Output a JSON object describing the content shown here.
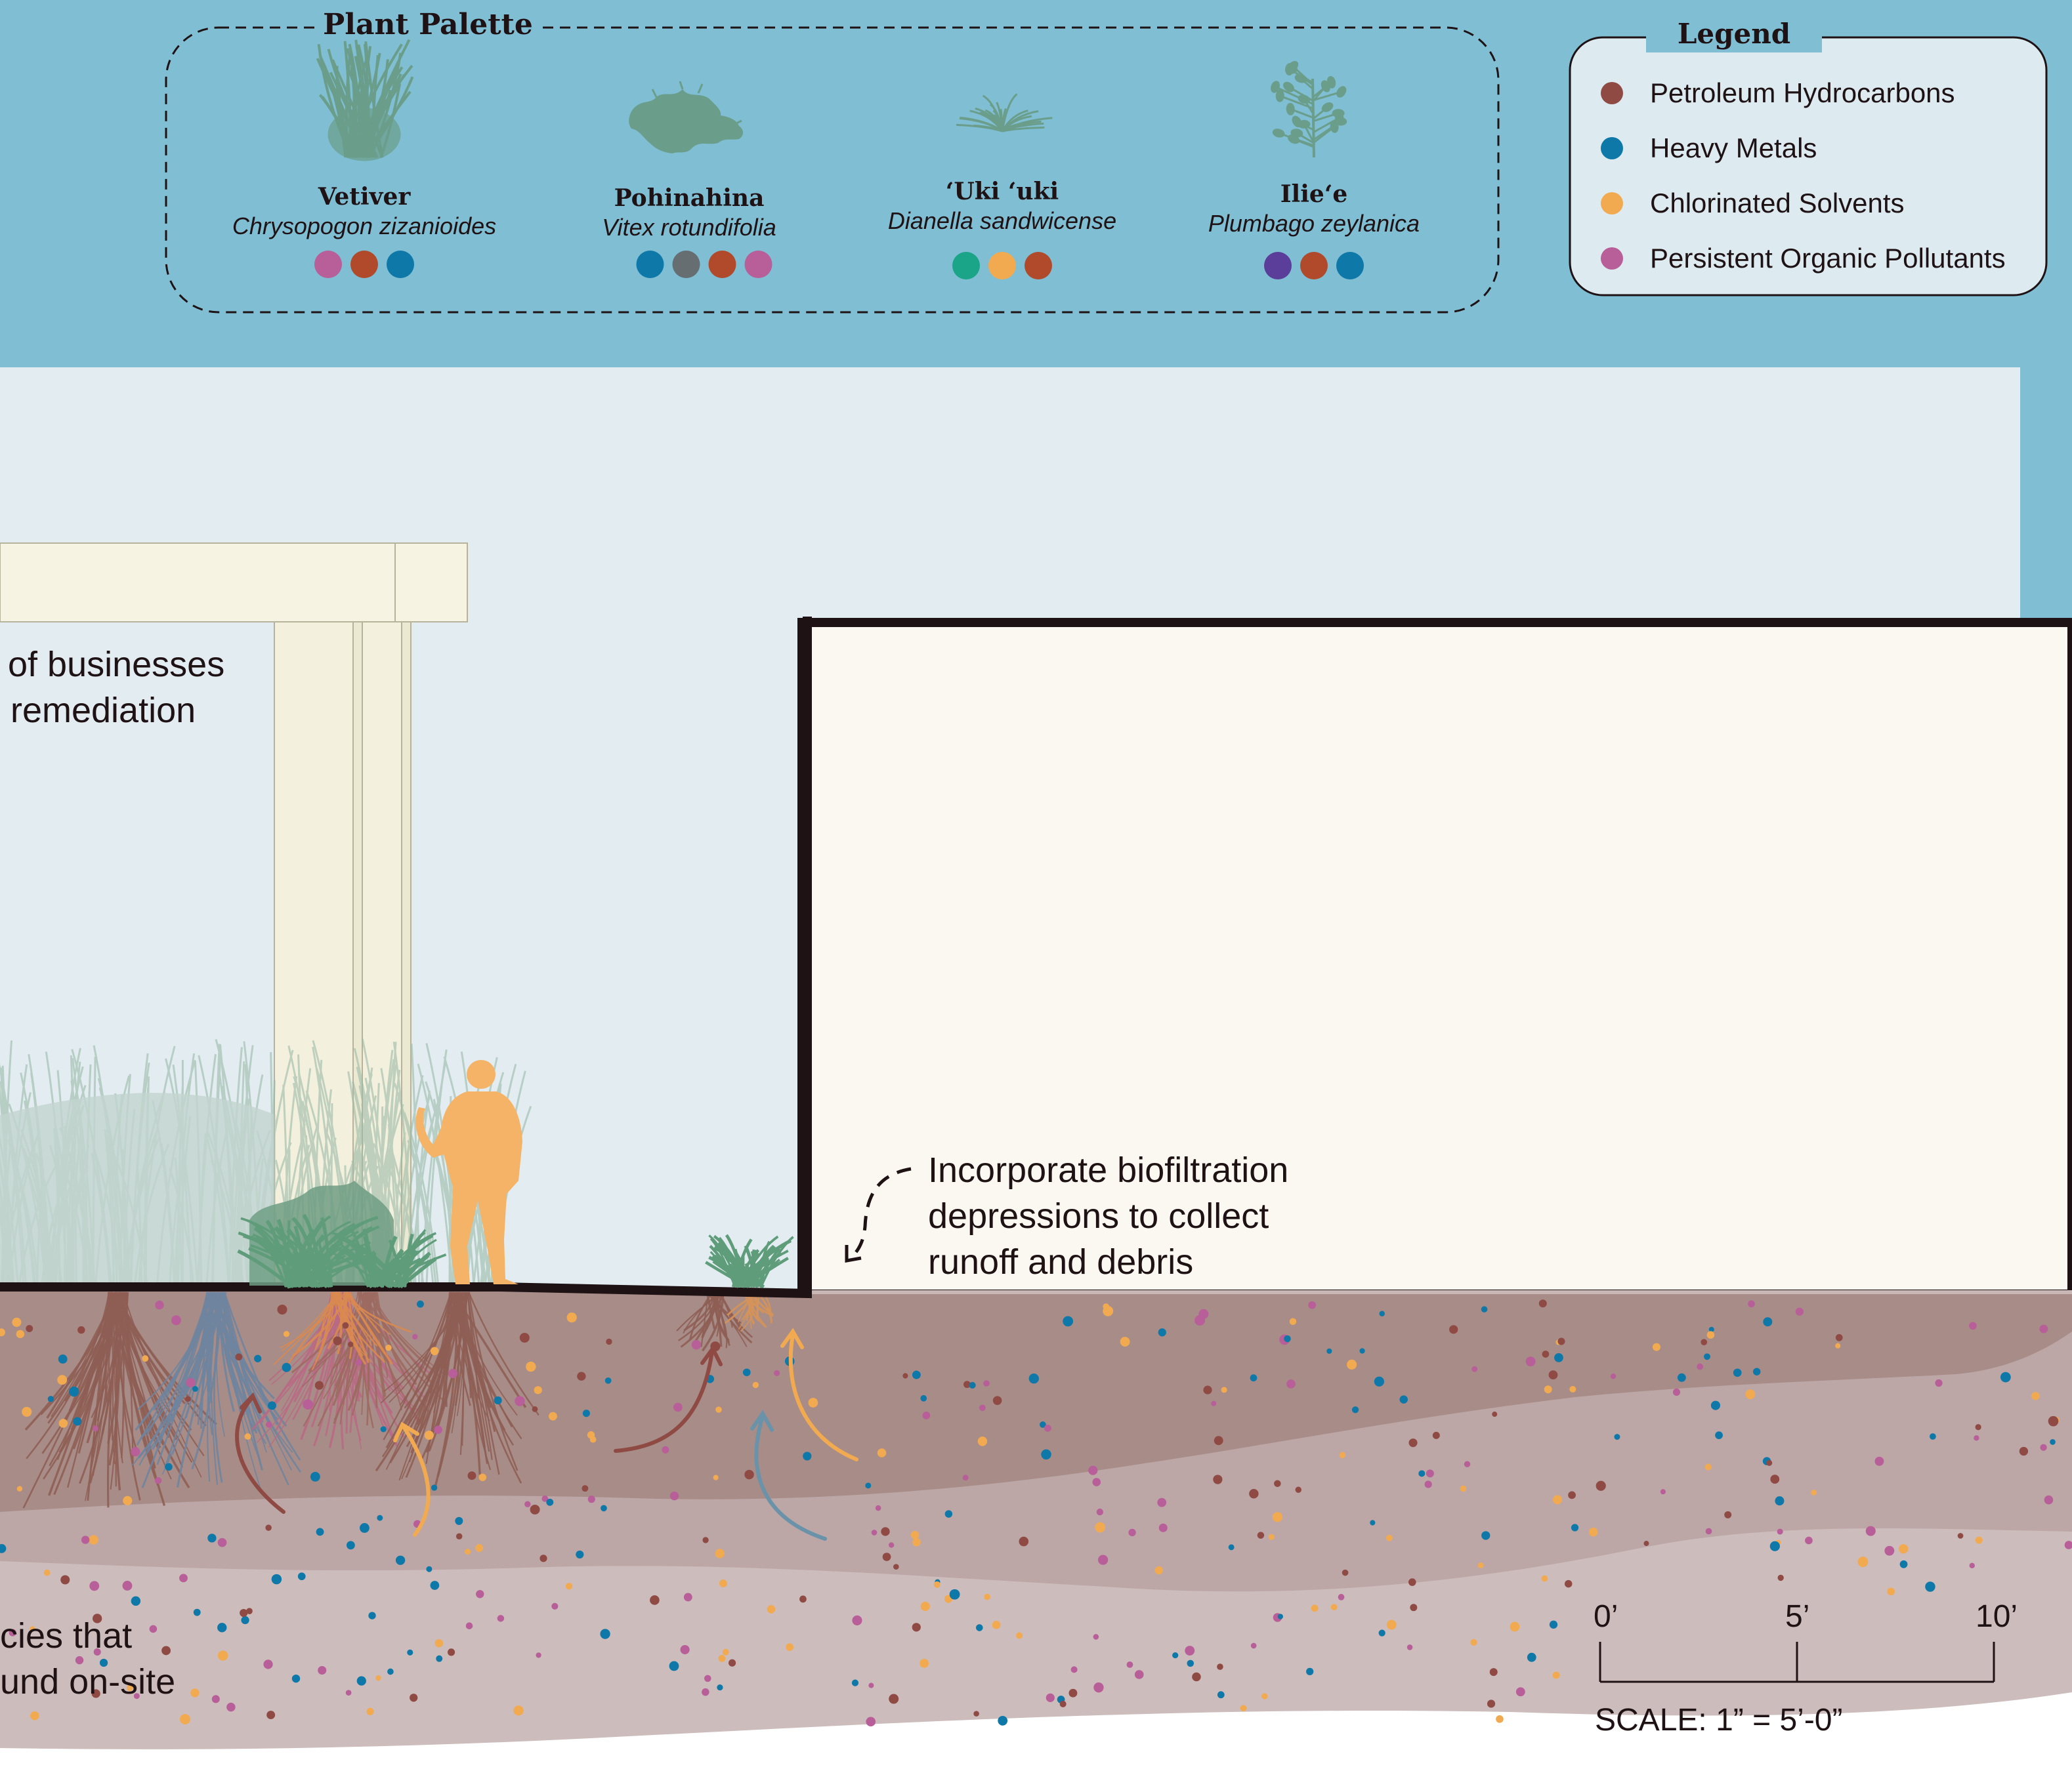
{
  "palette": {
    "title": "Plant Palette",
    "plants": [
      {
        "common": "Vetiver",
        "latin": "Chrysopogon zizanioides",
        "dots": [
          "#B85E98",
          "#B04A2A",
          "#0E78A8"
        ]
      },
      {
        "common": "Pohinahina",
        "latin": "Vitex rotundifolia",
        "dots": [
          "#0E78A8",
          "#666E72",
          "#B04A2A",
          "#B85E98"
        ]
      },
      {
        "common": "‘Uki ‘uki",
        "latin": "Dianella sandwicense",
        "dots": [
          "#1AA588",
          "#F2AA50",
          "#B04A2A"
        ]
      },
      {
        "common": "Ilie‘e",
        "latin": "Plumbago zeylanica",
        "dots": [
          "#5B3D9A",
          "#B04A2A",
          "#0E78A8"
        ]
      }
    ]
  },
  "legend": {
    "title": "Legend",
    "items": [
      {
        "label": "Petroleum Hydrocarbons",
        "color": "#8F4A44"
      },
      {
        "label": "Heavy Metals",
        "color": "#0E78A8"
      },
      {
        "label": "Chlorinated Solvents",
        "color": "#F2AA50"
      },
      {
        "label": "Persistent Organic Pollutants",
        "color": "#B85E98"
      }
    ]
  },
  "notes": {
    "left_top": [
      "of businesses",
      "remediation"
    ],
    "biofiltration": [
      "Incorporate biofiltration",
      "depressions to collect",
      "runoff and debris"
    ],
    "bottom_left": [
      "cies that",
      "und on-site"
    ]
  },
  "scale": {
    "ticks": [
      "0’",
      "5’",
      "10’"
    ],
    "caption": "SCALE: 1” = 5’-0”"
  },
  "colors": {
    "sky_band": "#7FBED3",
    "section_bg": "#E2ECF1",
    "building": "#FAF8F1",
    "soil_top": "#A88C88",
    "soil_mid": "#BCA7A6",
    "soil_low": "#CDBCBC",
    "person": "#F4B366",
    "plant": "#5E9C7A"
  }
}
